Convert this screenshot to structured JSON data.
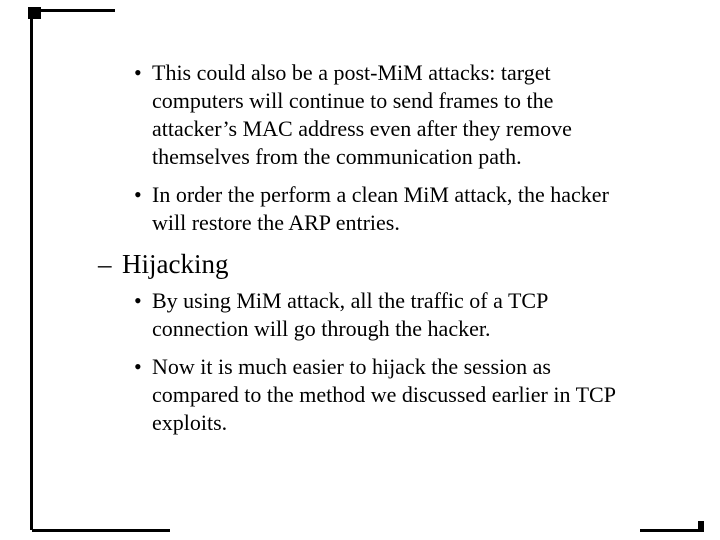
{
  "slide": {
    "colors": {
      "background": "#ffffff",
      "text": "#000000",
      "border_fragments": "#000000"
    },
    "markers": {
      "bullet": "•",
      "dash": "–"
    },
    "items": [
      {
        "level": 2,
        "text": "This could also be a post-MiM attacks: target computers will continue to send frames to the attacker’s MAC address even after they remove themselves from the communication path.",
        "lines": [
          "This could also be a post-MiM attacks: target",
          "computers will continue to send frames to the",
          "attacker’s MAC address even after they remove",
          "themselves from the communication path."
        ]
      },
      {
        "level": 2,
        "text": "In order the perform a clean MiM attack, the hacker will restore the ARP entries.",
        "lines": [
          "In order the perform a clean MiM attack, the hacker",
          "will restore the ARP entries."
        ]
      },
      {
        "level": 1,
        "text": "Hijacking",
        "lines": [
          "Hijacking"
        ]
      },
      {
        "level": 2,
        "text": "By using MiM attack, all the traffic of a TCP connection will go through the hacker.",
        "lines": [
          "By using MiM attack, all the traffic of a TCP",
          "connection will go through the hacker."
        ]
      },
      {
        "level": 2,
        "text": "Now it is much easier to hijack the session as compared to the method we discussed earlier in TCP exploits.",
        "lines": [
          "Now it is much easier to hijack the session as",
          "compared to the method we discussed earlier in TCP",
          "exploits."
        ]
      }
    ]
  }
}
